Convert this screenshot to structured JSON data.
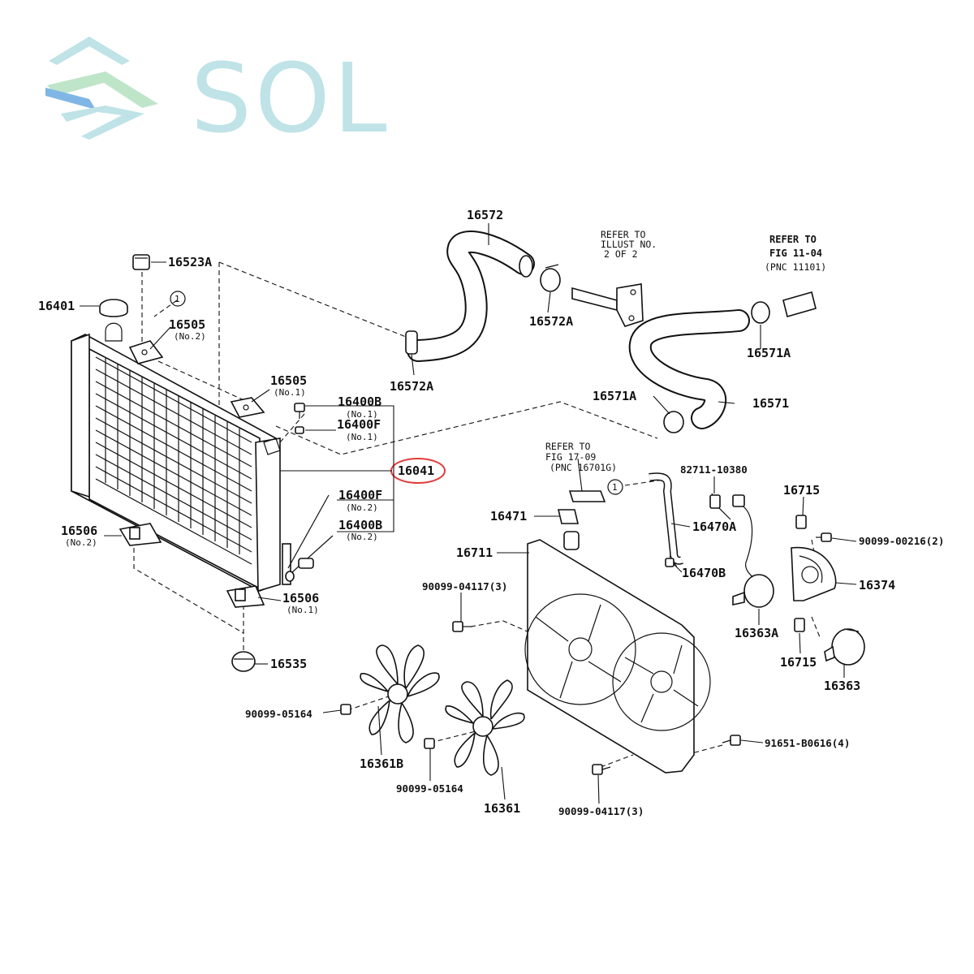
{
  "brand": {
    "name": "SOL",
    "colors": {
      "logo_teal": "#bfe3e6",
      "logo_blue": "#7fb6e6",
      "logo_green": "#bfe5c9",
      "highlight": "#e23b3b"
    }
  },
  "refs": {
    "illust": [
      "REFER TO",
      "ILLUST NO.",
      "2 OF 2"
    ],
    "fig1104": [
      "REFER TO",
      "FIG 11-04",
      "(PNC 11101)"
    ],
    "fig1709": [
      "REFER TO",
      "FIG 17-09",
      "(PNC 16701G)"
    ]
  },
  "callout_marker": "1",
  "labels": {
    "p16572": "16572",
    "p16523A": "16523A",
    "p16401": "16401",
    "p16505n2": "16505",
    "p16505n2_sub": "(No.2)",
    "p16572A_left": "16572A",
    "p16572A_mid": "16572A",
    "p16571A_top": "16571A",
    "p16571A_low": "16571A",
    "p16571": "16571",
    "p16505n1": "16505",
    "p16505n1_sub": "(No.1)",
    "p16400B_n1": "16400B",
    "p16400B_n1_sub": "(No.1)",
    "p16400F_n1": "16400F",
    "p16400F_n1_sub": "(No.1)",
    "p16041": "16041",
    "p16400F_n2": "16400F",
    "p16400F_n2_sub": "(No.2)",
    "p16400B_n2": "16400B",
    "p16400B_n2_sub": "(No.2)",
    "p16506n2": "16506",
    "p16506n2_sub": "(No.2)",
    "p16506n1": "16506",
    "p16506n1_sub": "(No.1)",
    "p16535": "16535",
    "p16471": "16471",
    "p16711": "16711",
    "p82711": "82711-10380",
    "p16470A": "16470A",
    "p16470B": "16470B",
    "p16715_top": "16715",
    "p16715_bot": "16715",
    "p90099_00216": "90099-00216(2)",
    "p16374": "16374",
    "p16363A": "16363A",
    "p16363": "16363",
    "p90099_04117_top": "90099-04117(3)",
    "p90099_04117_bot": "90099-04117(3)",
    "p90099_05164_left": "90099-05164",
    "p90099_05164_mid": "90099-05164",
    "p16361B": "16361B",
    "p16361": "16361",
    "p91651": "91651-B0616(4)"
  }
}
